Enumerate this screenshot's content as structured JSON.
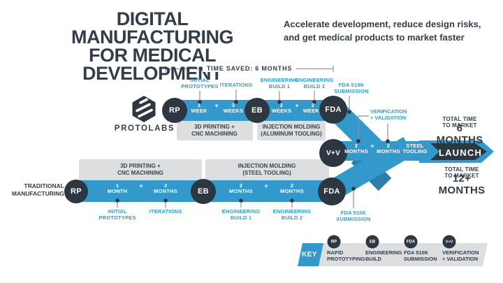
{
  "colors": {
    "accent_blue": "#3399cc",
    "accent_blue_dark": "#2b7fad",
    "navy": "#2d3742",
    "gray_band": "#dcdedf",
    "callout_blue": "#2e9bd6",
    "text_dark": "#333d49"
  },
  "header": {
    "title": [
      "DIGITAL MANUFACTURING",
      "FOR MEDICAL DEVELOPMENT"
    ],
    "subtitle": [
      "Accelerate development, reduce design risks,",
      "and get medical products to market faster"
    ]
  },
  "brand": {
    "name": "PROTOLABS",
    "icon": "protolabs-hexagon-logo"
  },
  "time_saved": {
    "label": "TIME SAVED: 6 MONTHS"
  },
  "digital_track": {
    "nodes": [
      {
        "id": "RP"
      },
      {
        "id": "EB"
      },
      {
        "id": "FDA"
      }
    ],
    "segments": [
      {
        "value": "1",
        "unit": "WEEK"
      },
      {
        "value": "3",
        "unit": "WEEKS"
      },
      {
        "value": "2",
        "unit": "WEEKS"
      },
      {
        "value": "2",
        "unit": "WEEKS"
      }
    ],
    "plus": "+",
    "callouts": [
      [
        "INITIAL",
        "PROTOTYPES"
      ],
      [
        "ITERATIONS"
      ],
      [
        "ENGINEERING",
        "BUILD 1"
      ],
      [
        "ENGINEERING",
        "BUILD 2"
      ],
      [
        "FDA 510K",
        "SUBMISSION"
      ]
    ],
    "process": [
      [
        "3D PRINTING +",
        "CNC MACHINING"
      ],
      [
        "INJECTION MOLDING",
        "(ALUMINUM TOOLING)"
      ]
    ]
  },
  "launch_track": {
    "node": {
      "id": "V+V"
    },
    "segments": [
      {
        "value": "2",
        "unit": "MONTHS"
      },
      {
        "value": "2",
        "unit": "MONTHS"
      }
    ],
    "plus": "+",
    "tooling": [
      "STEEL",
      "TOOLING"
    ],
    "callout": [
      "VERIFICATION",
      "+ VALIDATION"
    ],
    "launch_label": "LAUNCH",
    "total_digital": {
      "label": "TOTAL TIME TO MARKET",
      "value": "6 MONTHS"
    },
    "total_traditional": {
      "label": "TOTAL TIME TO MARKET",
      "value": "12+ MONTHS"
    }
  },
  "traditional_track": {
    "label": [
      "TRADITIONAL",
      "MANUFACTURING"
    ],
    "nodes": [
      {
        "id": "RP"
      },
      {
        "id": "EB"
      },
      {
        "id": "FDA"
      }
    ],
    "segments": [
      {
        "value": "1",
        "unit": "MONTH"
      },
      {
        "value": "3",
        "unit": "MONTHS"
      },
      {
        "value": "2",
        "unit": "MONTHS"
      },
      {
        "value": "2",
        "unit": "MONTHS"
      }
    ],
    "plus": "+",
    "callouts": [
      [
        "INITIAL",
        "PROTOTYPES"
      ],
      [
        "ITERATIONS"
      ],
      [
        "ENGINEERING",
        "BUILD 1"
      ],
      [
        "ENGINEERING",
        "BUILD 2"
      ],
      [
        "FDA 510K",
        "SUBMISSION"
      ]
    ],
    "process": [
      [
        "3D PRINTING +",
        "CNC MACHINING"
      ],
      [
        "INJECTION MOLDING",
        "(STEEL TOOLING)"
      ]
    ]
  },
  "key": {
    "title": "KEY",
    "items": [
      {
        "id": "RP",
        "label": [
          "RAPID",
          "PROTOTYPING"
        ]
      },
      {
        "id": "EB",
        "label": [
          "ENGINEERING",
          "BUILD"
        ]
      },
      {
        "id": "FDA",
        "label": [
          "FDA 510K",
          "SUBMISSION"
        ]
      },
      {
        "id": "V+V",
        "label": [
          "VERIFICATION",
          "+ VALIDATION"
        ]
      }
    ]
  }
}
